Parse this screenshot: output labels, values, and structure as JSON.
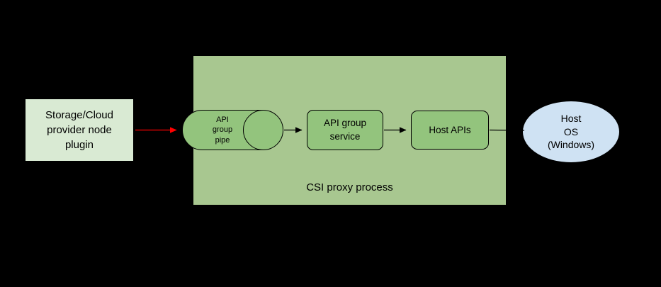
{
  "colors": {
    "background": "#000000",
    "plugin_fill": "#d9ead3",
    "proxy_fill": "#a8c790",
    "inner_fill": "#93c47d",
    "host_fill": "#cfe2f3",
    "stroke": "#000000",
    "text": "#000000",
    "edge_red": "#ff0000",
    "edge_black": "#000000"
  },
  "nodes": {
    "plugin": {
      "label": "Storage/Cloud\nprovider node\nplugin"
    },
    "proxy": {
      "label": "CSI proxy process"
    },
    "pipe": {
      "label": "API\ngroup\npipe"
    },
    "service": {
      "label": "API group\nservice"
    },
    "host_apis": {
      "label": "Host APIs"
    },
    "host_os": {
      "label": "Host\nOS\n(Windows)"
    }
  },
  "edges": [
    {
      "from": "plugin",
      "to": "pipe",
      "color": "#ff0000",
      "arrowhead": true
    },
    {
      "from": "pipe",
      "to": "service",
      "color": "#000000",
      "arrowhead": true
    },
    {
      "from": "service",
      "to": "host_apis",
      "color": "#000000",
      "arrowhead": true
    },
    {
      "from": "host_apis",
      "to": "host_os",
      "color": "#000000",
      "arrowhead": false
    }
  ]
}
